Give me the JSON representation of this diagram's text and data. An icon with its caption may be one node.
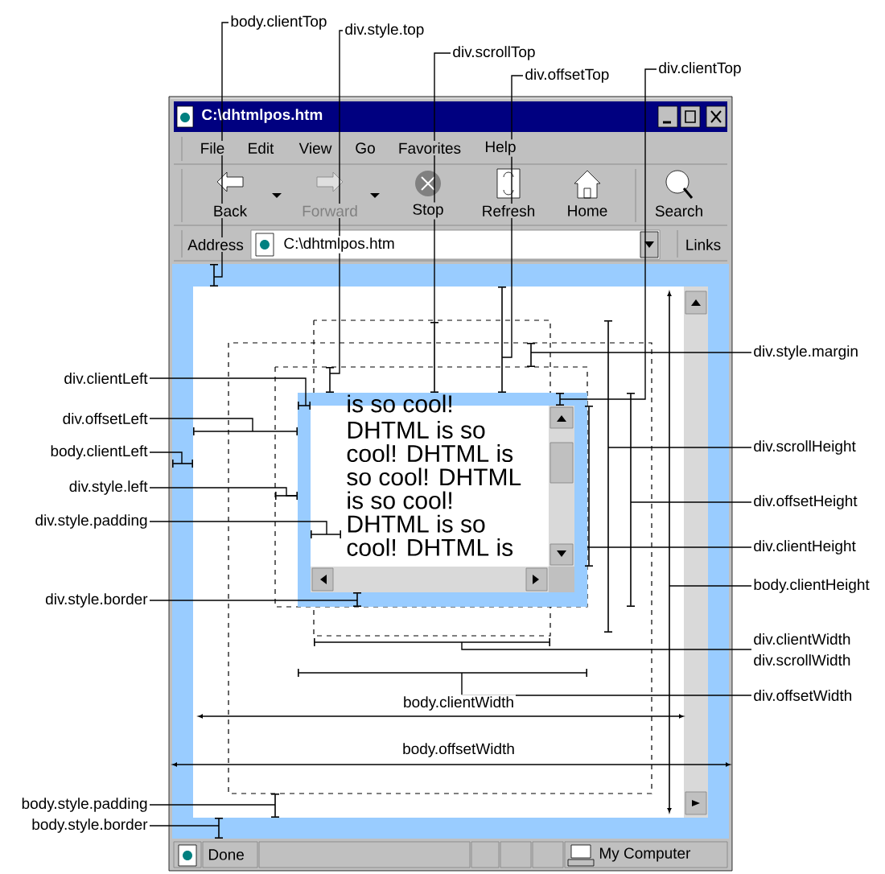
{
  "diagram": {
    "nodes": [
      {
        "text": [
          "body.clientTop"
        ]
      },
      {
        "text": [
          "div.style.top"
        ]
      },
      {
        "text": [
          "div.scrollTop"
        ]
      },
      {
        "text": [
          "div.offsetTop"
        ]
      },
      {
        "text": [
          "div.clientTop"
        ]
      },
      {
        "text": [
          "div.style.margin"
        ]
      },
      {
        "text": [
          "div.clientLeft"
        ]
      },
      {
        "text": [
          "div.offsetLeft"
        ]
      },
      {
        "text": [
          "div.scrollHeight"
        ]
      },
      {
        "text": [
          "body.clientLeft"
        ]
      },
      {
        "text": [
          "div.style.left"
        ]
      },
      {
        "text": [
          "div.offsetHeight"
        ]
      },
      {
        "text": [
          "div.style.padding"
        ]
      },
      {
        "text": [
          "div.clientHeight"
        ]
      },
      {
        "text": [
          "is so cool! DHTML is so cool! DHTML is so cool! DHTML is so cool! DHTML is so cool! DHTML is"
        ]
      },
      {
        "text": [
          "body.clientHeight"
        ]
      },
      {
        "text": [
          "div.style.border"
        ]
      },
      {
        "text": [
          "div.clientWidth"
        ]
      },
      {
        "text": [
          "div.scrollWidth"
        ]
      },
      {
        "text": [
          "div.offsetWidth"
        ]
      },
      {
        "text": [
          "body.style.padding"
        ]
      },
      {
        "text": [
          "body.style.border"
        ]
      }
    ],
    "edges": [
      {
        "from": 0,
        "to": null,
        "arrow": "none"
      },
      {
        "from": 1,
        "to": 14,
        "arrow": "none"
      },
      {
        "from": 2,
        "to": null,
        "arrow": "none"
      },
      {
        "from": 3,
        "to": null,
        "arrow": "none"
      },
      {
        "from": 4,
        "to": 14,
        "arrow": "none"
      },
      {
        "from": 5,
        "to": null,
        "arrow": "none"
      },
      {
        "from": 6,
        "to": 14,
        "arrow": "none"
      },
      {
        "from": 7,
        "to": null,
        "arrow": "none"
      },
      {
        "from": 8,
        "to": null,
        "arrow": "none"
      },
      {
        "from": 9,
        "to": null,
        "arrow": "none"
      },
      {
        "from": 10,
        "to": 14,
        "arrow": "none"
      },
      {
        "from": 11,
        "to": null,
        "arrow": "none"
      },
      {
        "from": 12,
        "to": 14,
        "arrow": "none"
      },
      {
        "from": 13,
        "to": 14,
        "arrow": "none"
      },
      {
        "from": 15,
        "to": null,
        "arrow": "none"
      },
      {
        "from": 16,
        "to": 14,
        "arrow": "none"
      },
      {
        "from": 17,
        "to": null,
        "arrow": "none"
      },
      {
        "from": 18,
        "to": null,
        "arrow": "none"
      },
      {
        "from": 19,
        "to": null,
        "arrow": "none"
      },
      {
        "from": 20,
        "to": null,
        "arrow": "none"
      },
      {
        "from": 21,
        "to": null,
        "arrow": "none"
      }
    ],
    "labels": [
      "C:\\dhtmlpos.htm",
      "File",
      "Edit",
      "View",
      "Go",
      "Favorites",
      "Help",
      "Back",
      "Forward",
      "Stop",
      "Refresh",
      "Home",
      "Search",
      "Address",
      "C:\\dhtmlpos.htm",
      "Links",
      "body.clientWidth",
      "body.offsetWidth",
      "Done",
      "My Computer"
    ]
  }
}
